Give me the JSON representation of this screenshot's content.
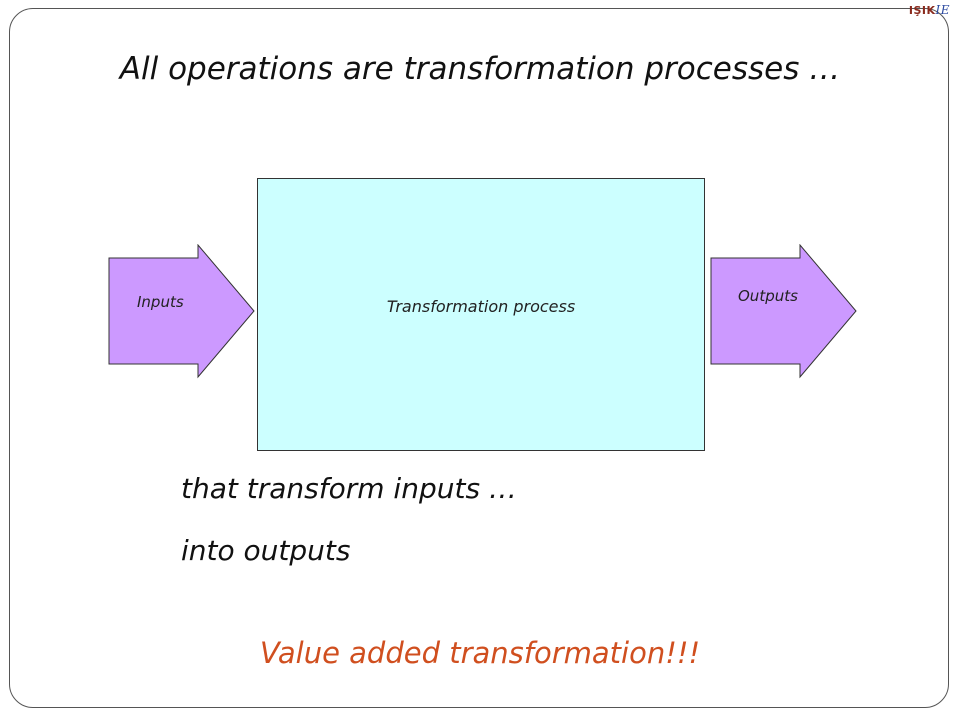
{
  "logo": {
    "main": "IŞIK",
    "sub": "IE"
  },
  "title": "All operations are transformation processes …",
  "diagram": {
    "input_label": "Inputs",
    "process_label": "Transformation process",
    "output_label": "Outputs",
    "colors": {
      "arrow_fill": "#cc99ff",
      "process_fill": "#ccffff"
    }
  },
  "lines": {
    "line1": "that transform inputs …",
    "line2": "into outputs"
  },
  "conclusion": "Value added transformation!!!",
  "colors": {
    "conclusion": "#d04f1f"
  }
}
